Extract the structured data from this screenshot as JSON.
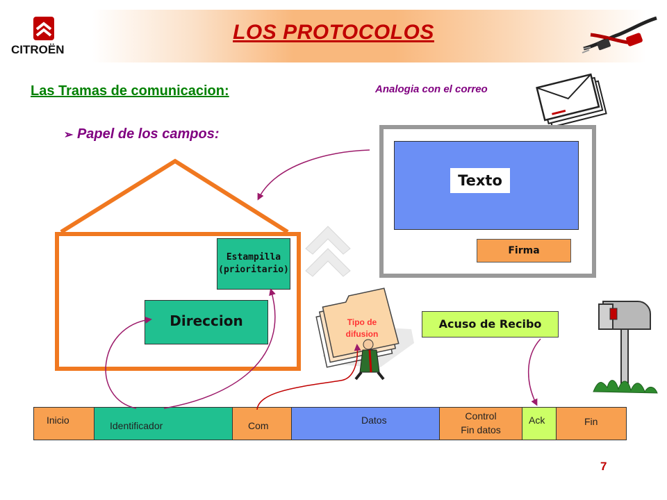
{
  "header": {
    "title": "LOS PROTOCOLOS",
    "brand": "CITROËN",
    "colors": {
      "title": "#c00000",
      "band": "#f9b87d"
    }
  },
  "section": {
    "subtitle": "Las Tramas de comunicacion",
    "subtitle_colon": ":",
    "analogy": "Analogia con el correo",
    "bullet": "Papel de los campos:"
  },
  "letter": {
    "texto": "Texto",
    "firma": "Firma"
  },
  "envelope": {
    "estampilla_line1": "Estampilla",
    "estampilla_line2": "(prioritario)",
    "direccion": "Direccion"
  },
  "tipo": {
    "line1": "Tipo de",
    "line2": "difusion"
  },
  "acuso": "Acuso de Recibo",
  "frame": {
    "inicio": "Inicio",
    "identificador": "Identificador",
    "com": "Com",
    "datos": "Datos",
    "control_line1": "Control",
    "control_line2": "Fin datos",
    "ack": "Ack",
    "fin": "Fin",
    "colors": {
      "inicio": "#f8a050",
      "identificador": "#20c090",
      "com": "#f8a050",
      "datos": "#6b8ff5",
      "control": "#f8a050",
      "ack": "#ccff66",
      "fin": "#f8a050"
    }
  },
  "page_number": "7",
  "icons": [
    "citroen-logo-icon",
    "cable-plug-icon",
    "envelope-stack-icon",
    "mailbox-icon",
    "chevrons-icon",
    "folder-person-icon"
  ]
}
